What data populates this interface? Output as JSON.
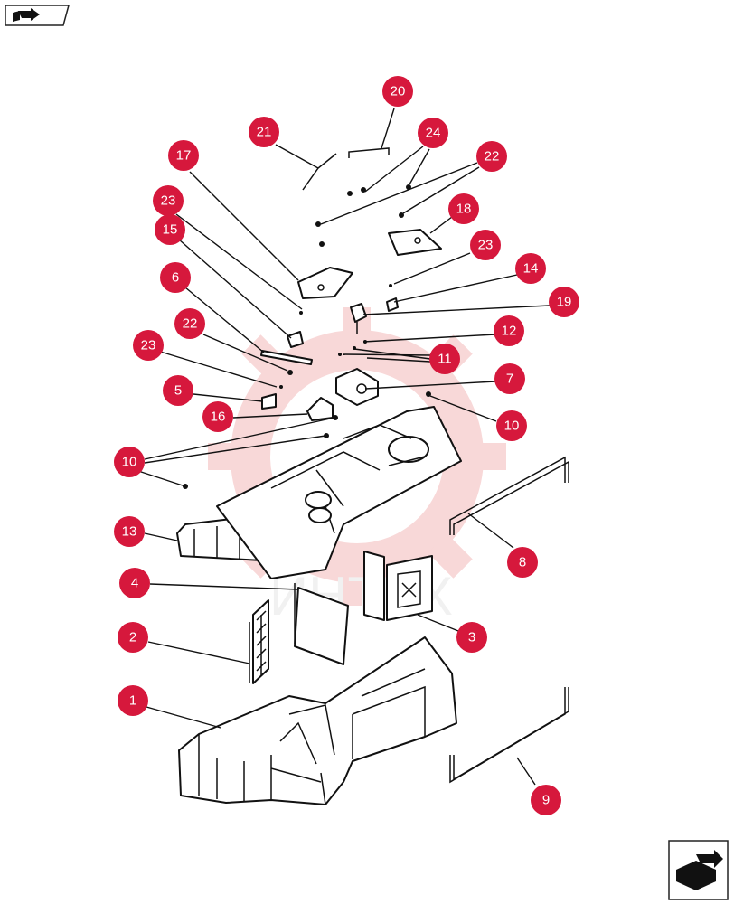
{
  "header": {
    "nav_icon": "catalog-arrow-icon"
  },
  "footer": {
    "nav_icon": "next-page-arrow-icon"
  },
  "watermark": {
    "text": "ИНТЕХ",
    "color": "#f6c9c9"
  },
  "callout_color": "#d6183c",
  "callouts": [
    {
      "id": "c20",
      "label": "20"
    },
    {
      "id": "c21",
      "label": "21"
    },
    {
      "id": "c24",
      "label": "24"
    },
    {
      "id": "c22a",
      "label": "22"
    },
    {
      "id": "c17",
      "label": "17"
    },
    {
      "id": "c18",
      "label": "18"
    },
    {
      "id": "c23a",
      "label": "23"
    },
    {
      "id": "c15",
      "label": "15"
    },
    {
      "id": "c23b",
      "label": "23"
    },
    {
      "id": "c14",
      "label": "14"
    },
    {
      "id": "c6",
      "label": "6"
    },
    {
      "id": "c19",
      "label": "19"
    },
    {
      "id": "c22b",
      "label": "22"
    },
    {
      "id": "c12",
      "label": "12"
    },
    {
      "id": "c23c",
      "label": "23"
    },
    {
      "id": "c11",
      "label": "11"
    },
    {
      "id": "c5",
      "label": "5"
    },
    {
      "id": "c7",
      "label": "7"
    },
    {
      "id": "c16",
      "label": "16"
    },
    {
      "id": "c10a",
      "label": "10"
    },
    {
      "id": "c10b",
      "label": "10"
    },
    {
      "id": "c13",
      "label": "13"
    },
    {
      "id": "c8",
      "label": "8"
    },
    {
      "id": "c4",
      "label": "4"
    },
    {
      "id": "c3",
      "label": "3"
    },
    {
      "id": "c2",
      "label": "2"
    },
    {
      "id": "c1",
      "label": "1"
    },
    {
      "id": "c9",
      "label": "9"
    }
  ]
}
